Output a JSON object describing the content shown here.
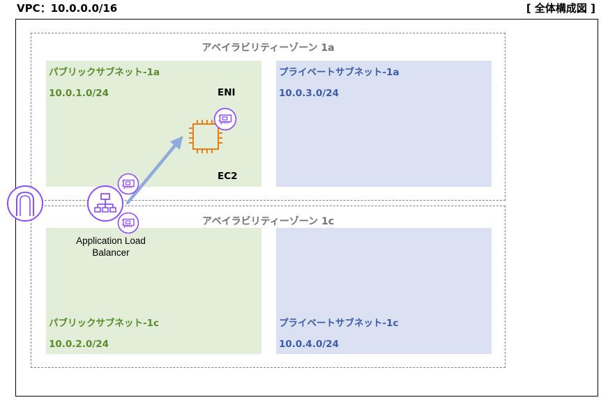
{
  "header": {
    "vpc_title": "VPC：10.0.0.0/16",
    "diagram_title": "[ 全体構成図 ]"
  },
  "zones": [
    {
      "label": "アベイラビリティーゾーン 1a",
      "public_subnet": {
        "name": "パブリックサブネット-1a",
        "cidr": "10.0.1.0/24"
      },
      "private_subnet": {
        "name": "プライベートサブネット-1a",
        "cidr": "10.0.3.0/24"
      }
    },
    {
      "label": "アベイラビリティーゾーン 1c",
      "public_subnet": {
        "name": "パブリックサブネット-1c",
        "cidr": "10.0.2.0/24"
      },
      "private_subnet": {
        "name": "プライベートサブネット-1c",
        "cidr": "10.0.4.0/24"
      }
    }
  ],
  "resources": {
    "eni_label": "ENI",
    "ec2_label": "EC2",
    "alb_label_line1": "Application Load",
    "alb_label_line2": "Balancer"
  },
  "icons": {
    "internet_gateway": "internet-gateway-icon",
    "alb": "load-balancer-icon",
    "eni": "network-interface-icon",
    "ec2": "ec2-instance-icon"
  },
  "colors": {
    "public_fill": "#e2eed7",
    "public_text": "#5c8a2f",
    "private_fill": "#dae1f2",
    "private_text": "#3e5ba8",
    "network_icon": "#8c4fff",
    "ec2_icon": "#ed7100",
    "arrow": "#8faadc"
  }
}
